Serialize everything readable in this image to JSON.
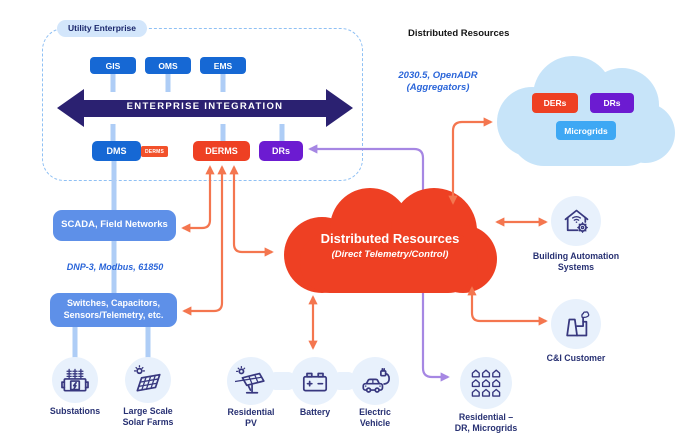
{
  "palette": {
    "blue_box": "#1668D4",
    "mid_blue": "#5E90E8",
    "red": "#EE4023",
    "tag_red": "#F2512B",
    "purple_box": "#6C1BD1",
    "microgrids_blue": "#3EA8F4",
    "orange_arrow": "#F4764F",
    "purple_arrow": "#A687E3",
    "navy_arrow": "#2B2171",
    "light_line": "#AECDF6",
    "cloud_blue": "#C7E4F9",
    "circle_bg": "#E8F1FC",
    "label_navy": "#283173",
    "protocol_blue": "#2A65D9",
    "dashed_border": "#8FC0F4",
    "pill_bg": "#D3E6FB",
    "icon_stroke": "#38387F"
  },
  "utility": {
    "title": "Utility Enterprise",
    "systems": [
      "GIS",
      "OMS",
      "EMS"
    ],
    "integration": "ENTERPRISE INTEGRATION",
    "dms": "DMS",
    "dms_tag": "DERMS",
    "derms": "DERMS",
    "drs": "DRs"
  },
  "field": {
    "scada": "SCADA, Field Networks",
    "protocols": "DNP-3, Modbus, 61850",
    "switches_line1": "Switches, Capacitors,",
    "switches_line2": "Sensors/Telemetry, etc."
  },
  "dr_section": {
    "heading": "Distributed Resources",
    "protocols_line1": "2030.5, OpenADR",
    "protocols_line2": "(Aggregators)",
    "cloud_tags": [
      "DERs",
      "DRs",
      "Microgrids"
    ]
  },
  "red_cloud": {
    "title": "Distributed Resources",
    "subtitle": "(Direct Telemetry/Control)"
  },
  "nodes": {
    "substations": "Substations",
    "solar_line1": "Large Scale",
    "solar_line2": "Solar Farms",
    "pv_line1": "Residential",
    "pv_line2": "PV",
    "battery": "Battery",
    "ev_line1": "Electric",
    "ev_line2": "Vehicle",
    "res_dr_line1": "Residential –",
    "res_dr_line2": "DR, Microgrids",
    "bas_line1": "Building Automation",
    "bas_line2": "Systems",
    "ci": "C&I Customer"
  }
}
